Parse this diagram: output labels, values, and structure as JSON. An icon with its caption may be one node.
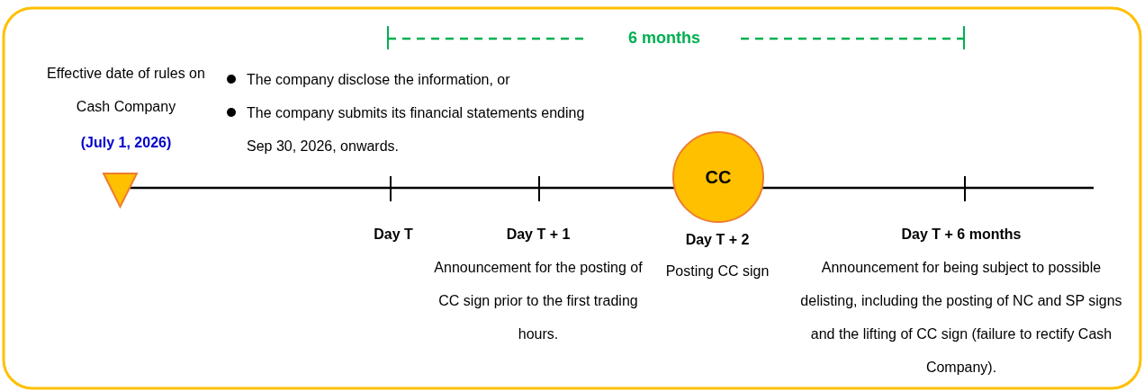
{
  "diagram": {
    "nodes": [
      {
        "text": [
          "CC"
        ]
      }
    ],
    "labels": [
      "6 months",
      "Effective date of rules on Cash Company",
      "(July 1, 2026)",
      "The company disclose the information, or",
      "The company submits its financial statements ending Sep 30, 2026, onwards.",
      "Day T",
      "Day T + 1",
      "Announcement for the posting of CC sign prior to the first trading hours.",
      "Day T + 2",
      "Posting CC sign",
      "Day T + 6 months",
      "Announcement for being subject to possible delisting, including the posting of NC and SP signs and the lifting of CC sign (failure to rectify Cash Company)."
    ]
  }
}
